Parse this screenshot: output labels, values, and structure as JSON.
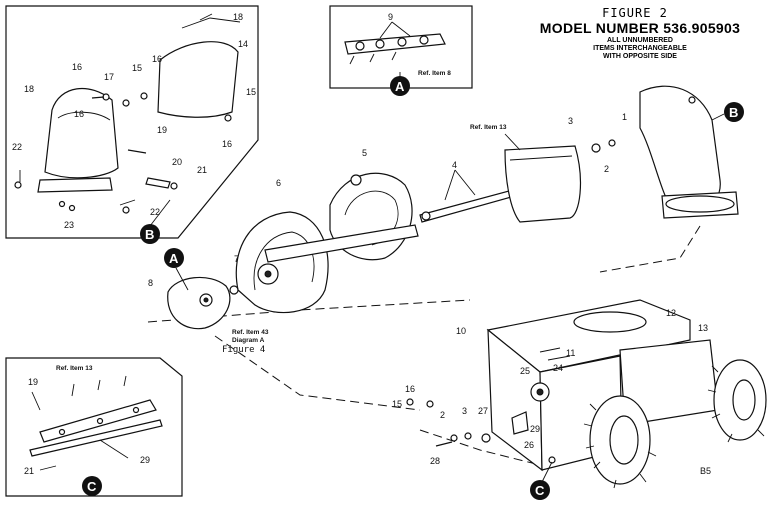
{
  "header": {
    "figure_title": "FIGURE 2",
    "model_line": "MODEL NUMBER 536.905903",
    "note_lines": [
      "ALL UNNUMBERED",
      "ITEMS INTERCHANGEABLE",
      "WITH OPPOSITE SIDE"
    ]
  },
  "callouts": {
    "a": "A",
    "b": "B",
    "c": "C"
  },
  "references": {
    "ref_item_8": "Ref. Item 8",
    "ref_item_13_main": "Ref. Item 13",
    "ref_item_13_inset": "Ref. Item 13",
    "ref_item_43": "Ref. Item 43",
    "diagram_a": "Diagram A",
    "figure_4": "Figure 4"
  },
  "page_code": "B5",
  "part_numbers": {
    "p1": "1",
    "p2": "2",
    "p3": "3",
    "p4": "4",
    "p5": "5",
    "p6": "6",
    "p7": "7",
    "p8": "8",
    "p9": "9",
    "p10": "10",
    "p11": "11",
    "p12": "12",
    "p13": "13",
    "i14": "14",
    "i15a": "15",
    "i15b": "15",
    "i16a": "16",
    "i16b": "16",
    "i16c": "16",
    "i16d": "16",
    "i17": "17",
    "i18a": "18",
    "i18b": "18",
    "i19": "19",
    "i20": "20",
    "i21": "21",
    "i22a": "22",
    "i22b": "22",
    "i23": "23",
    "c19": "19",
    "c21": "21",
    "c29": "29",
    "h2": "2",
    "h3": "3",
    "h15": "15",
    "h16": "16",
    "h24": "24",
    "h25": "25",
    "h26": "26",
    "h27": "27",
    "h28": "28",
    "h29": "29"
  }
}
